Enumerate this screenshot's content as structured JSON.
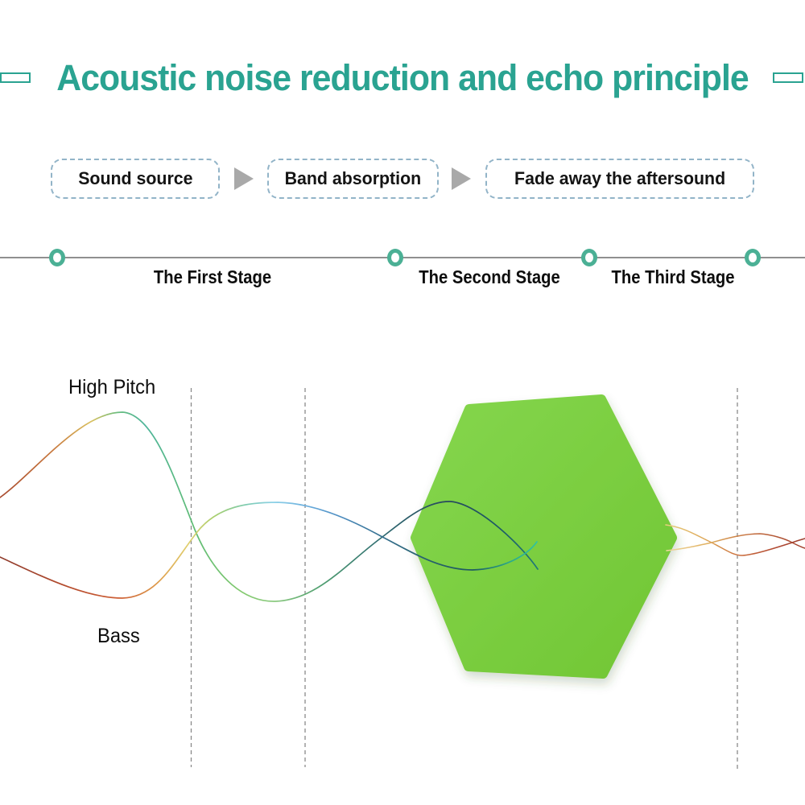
{
  "header": {
    "title": "Acoustic noise reduction and echo principle",
    "title_color": "#2aa391"
  },
  "flow": {
    "steps": [
      {
        "label": "Sound source"
      },
      {
        "label": "Band absorption"
      },
      {
        "label": "Fade away the aftersound"
      }
    ],
    "arrow_color": "#a9a9a9",
    "box_border_color": "#92b4c8"
  },
  "timeline": {
    "line_color": "#909090",
    "marker_color": "#4bb095",
    "stages": [
      {
        "label": "The First Stage"
      },
      {
        "label": "The Second Stage"
      },
      {
        "label": "The Third Stage"
      }
    ]
  },
  "diagram": {
    "high_pitch_label": "High Pitch",
    "bass_label": "Bass",
    "panel_color": "#7ccc3e",
    "wave_colors": {
      "source_red": "#a84a2f",
      "mid_green": "#57bb8f",
      "mid_blue": "#8fd2e8",
      "absorbed_navy": "#27485e",
      "faded_orange": "#c96a3c"
    }
  }
}
